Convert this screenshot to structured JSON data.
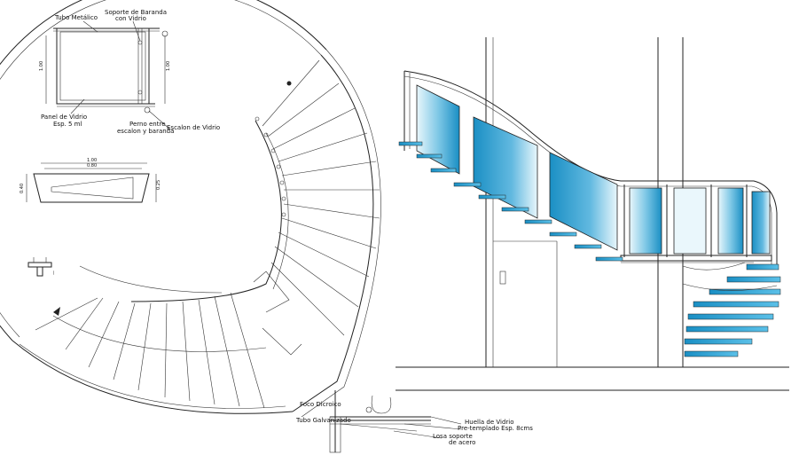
{
  "detail_panel": {
    "tubo_metalico": "Tubo Metálico",
    "soporte_baranda": "Soporte de Baranda",
    "soporte_baranda_2": "con Vidrio",
    "panel_vidrio": "Panel de Vidrio",
    "panel_vidrio_esp": "Esp. 5 ml",
    "perno_entre": "Perno entre",
    "escalon_baranda": "escalon y baranda",
    "escalon_vidrio": "Escalon de Vidrio",
    "dim_h1": "1.00",
    "dim_h2": "1.00"
  },
  "detail_step": {
    "dim_top1": "1.00",
    "dim_top2": "0.80",
    "dim_side": "0.25",
    "dim_left": "0.40"
  },
  "detail_section": {
    "foco_dicroico": "Foco Dicroico",
    "tubo_galvanizado": "Tubo Galvanizado",
    "huella_vidrio": "Huella de Vidrio",
    "huella_vidrio_2": "Pre-templado   Esp. 8cms",
    "losa_soporte": "Losa soporte",
    "losa_soporte_2": "de acero"
  },
  "colors": {
    "glass_light": "#e8f6fb",
    "glass_dark": "#1a8fc4",
    "line": "#222222"
  }
}
